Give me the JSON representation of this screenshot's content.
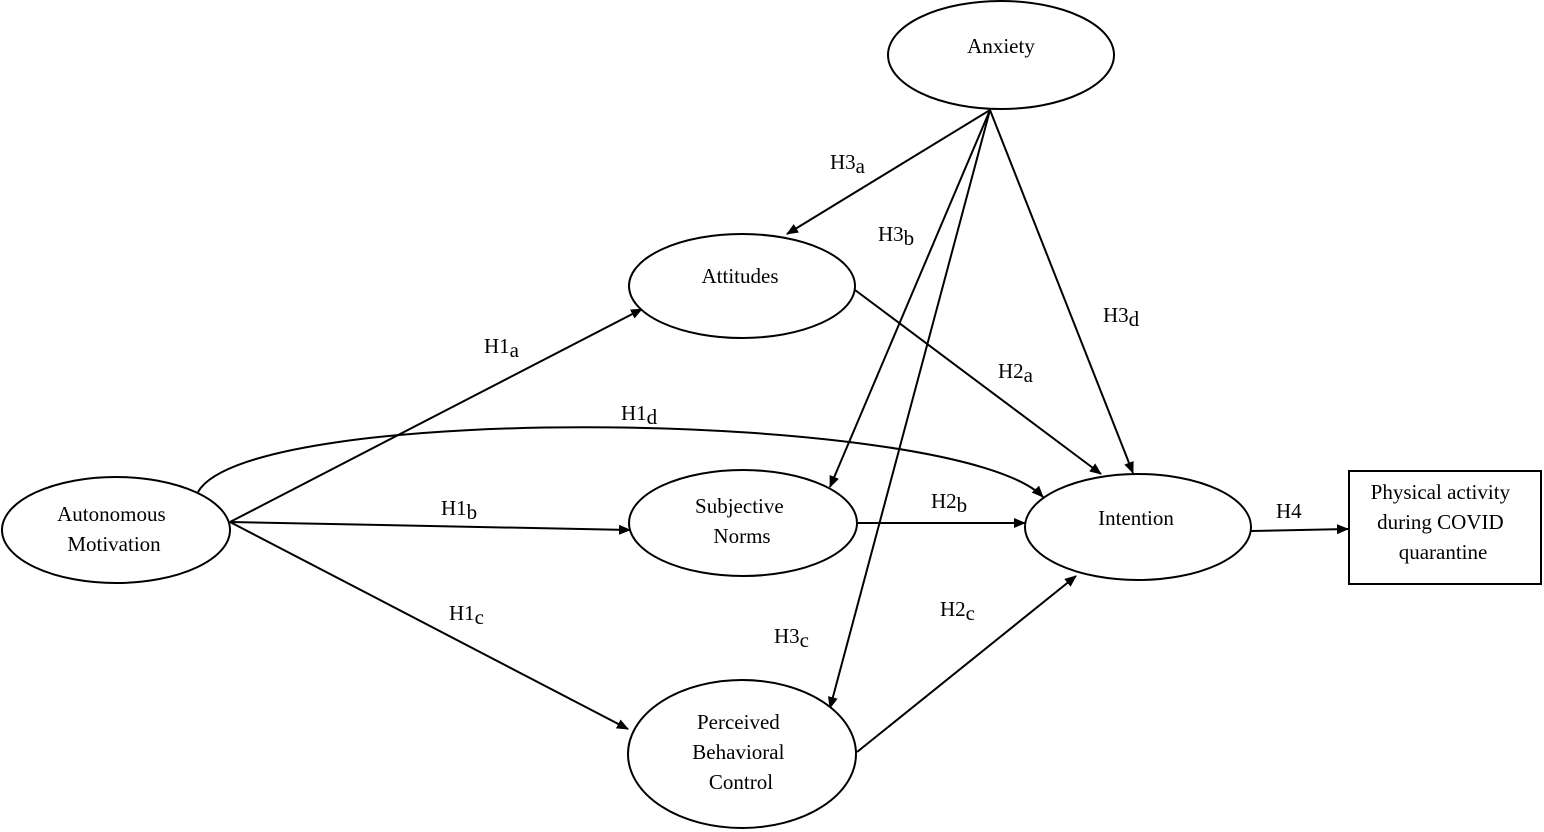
{
  "nodes": {
    "anxiety": {
      "lines": [
        "Anxiety"
      ]
    },
    "attitudes": {
      "lines": [
        "Attitudes"
      ]
    },
    "autonomous_motivation": {
      "lines": [
        "Autonomous",
        "Motivation"
      ]
    },
    "subjective_norms": {
      "lines": [
        "Subjective",
        "Norms"
      ]
    },
    "perceived_behavioral_control": {
      "lines": [
        "Perceived",
        "Behavioral",
        "Control"
      ]
    },
    "intention": {
      "lines": [
        "Intention"
      ]
    },
    "physical_activity": {
      "lines": [
        "Physical activity",
        "during COVID",
        "quarantine"
      ]
    }
  },
  "edges": {
    "h1a": {
      "prefix": "H1",
      "suffix": "a",
      "from": "Autonomous Motivation",
      "to": "Attitudes"
    },
    "h1b": {
      "prefix": "H1",
      "suffix": "b",
      "from": "Autonomous Motivation",
      "to": "Subjective Norms"
    },
    "h1c": {
      "prefix": "H1",
      "suffix": "c",
      "from": "Autonomous Motivation",
      "to": "Perceived Behavioral Control"
    },
    "h1d": {
      "prefix": "H1",
      "suffix": "d",
      "from": "Autonomous Motivation",
      "to": "Intention"
    },
    "h2a": {
      "prefix": "H2",
      "suffix": "a",
      "from": "Attitudes",
      "to": "Intention"
    },
    "h2b": {
      "prefix": "H2",
      "suffix": "b",
      "from": "Subjective Norms",
      "to": "Intention"
    },
    "h2c": {
      "prefix": "H2",
      "suffix": "c",
      "from": "Perceived Behavioral Control",
      "to": "Intention"
    },
    "h3a": {
      "prefix": "H3",
      "suffix": "a",
      "from": "Anxiety",
      "to": "Attitudes"
    },
    "h3b": {
      "prefix": "H3",
      "suffix": "b",
      "from": "Anxiety",
      "to": "Subjective Norms"
    },
    "h3c": {
      "prefix": "H3",
      "suffix": "c",
      "from": "Anxiety",
      "to": "Perceived Behavioral Control"
    },
    "h3d": {
      "prefix": "H3",
      "suffix": "d",
      "from": "Anxiety",
      "to": "Intention"
    },
    "h4": {
      "prefix": "H4",
      "suffix": "",
      "from": "Intention",
      "to": "Physical activity during COVID quarantine"
    }
  }
}
